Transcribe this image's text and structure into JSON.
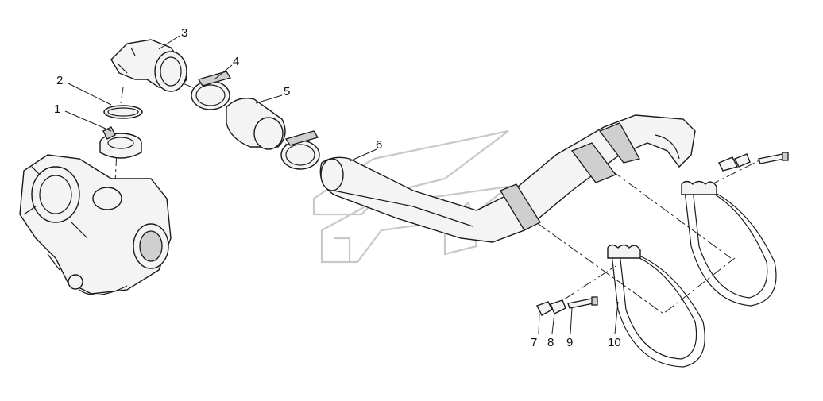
{
  "callouts": [
    {
      "id": "1",
      "label": "1"
    },
    {
      "id": "2",
      "label": "2"
    },
    {
      "id": "3",
      "label": "3"
    },
    {
      "id": "4",
      "label": "4"
    },
    {
      "id": "5",
      "label": "5"
    },
    {
      "id": "6",
      "label": "6"
    },
    {
      "id": "7",
      "label": "7"
    },
    {
      "id": "8",
      "label": "8"
    },
    {
      "id": "9",
      "label": "9"
    },
    {
      "id": "10",
      "label": "10"
    }
  ],
  "colors": {
    "stroke": "#1a1a1a",
    "watermark": "#c8c8c8",
    "background": "#ffffff"
  }
}
